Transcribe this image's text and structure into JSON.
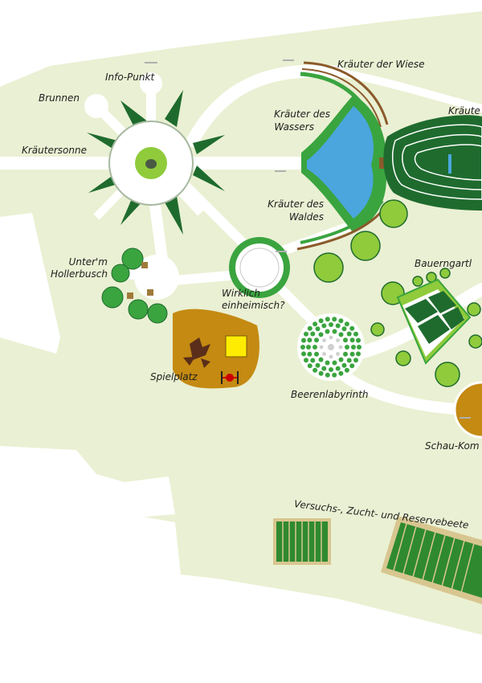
{
  "map": {
    "labels": {
      "info_punkt": "Info-Punkt",
      "brunnen": "Brunnen",
      "kraeutersonne": "Kräutersonne",
      "unterm_hollerbusch_1": "Unter'm",
      "unterm_hollerbusch_2": "Hollerbusch",
      "kraeuter_der_wiese": "Kräuter der Wiese",
      "kraeuter_des_wassers_1": "Kräuter des",
      "kraeuter_des_wassers_2": "Wassers",
      "kraeuter_cut": "Kräute",
      "kraeuter_des_waldes_1": "Kräuter des",
      "kraeuter_des_waldes_2": "Waldes",
      "wirklich_1": "Wirklich",
      "wirklich_2": "einheimisch?",
      "spielplatz": "Spielplatz",
      "beerenlabyrinth": "Beerenlabyrinth",
      "bauerngartl": "Bauerngartl",
      "schau_kom": "Schau-Kom",
      "versuchsbeete": "Versuchs-, Zucht- und Reservebeete"
    },
    "colors": {
      "lawn": "#eaf0d3",
      "path": "#ffffff",
      "dark_green": "#1f6b2e",
      "mid_green": "#3aa43f",
      "light_green": "#8fcb3b",
      "water": "#4aa6dd",
      "playground": "#c48a12",
      "fence": "#8b5a2b",
      "bed_border": "#d8c690",
      "yellow": "#ffec00"
    }
  }
}
